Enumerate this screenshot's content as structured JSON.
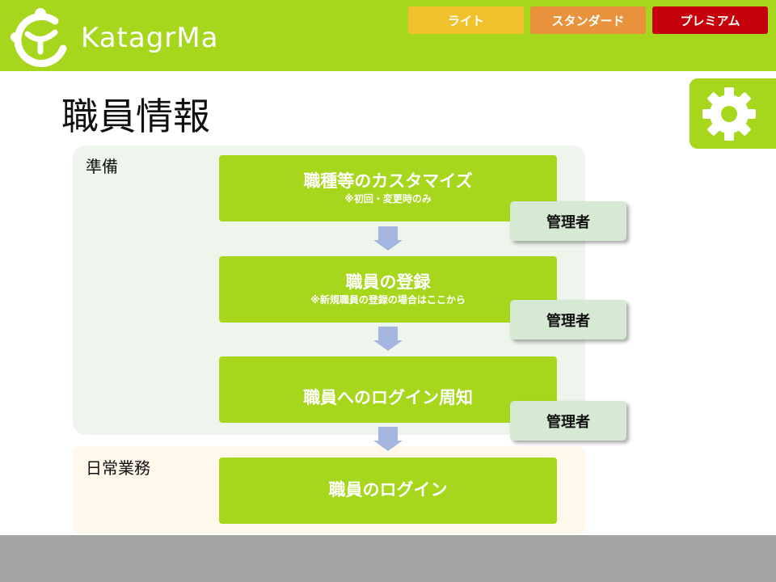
{
  "brand": {
    "name": "KatagrMa",
    "logo_icon": "katagrma-logo-icon"
  },
  "plans": [
    {
      "label": "ライト",
      "color": "#f2c12e"
    },
    {
      "label": "スタンダード",
      "color": "#e8923c"
    },
    {
      "label": "プレミアム",
      "color": "#c5000b"
    }
  ],
  "page": {
    "title": "職員情報"
  },
  "settings": {
    "icon": "gear-icon"
  },
  "colors": {
    "accent": "#a6d71c",
    "prep_section_bg": "#eef5ec",
    "daily_section_bg": "#fff8eb",
    "role_badge_bg": "#d6e9d2",
    "arrow": "#a3b6e0",
    "footer": "#a5a5a5"
  },
  "sections": [
    {
      "label": "準備",
      "steps": [
        {
          "title": "職種等のカスタマイズ",
          "note": "※初回・変更時のみ",
          "role": "管理者"
        },
        {
          "title": "職員の登録",
          "note": "※新規職員の登録の場合はここから",
          "role": "管理者"
        },
        {
          "title": "職員へのログイン周知",
          "role": "管理者"
        }
      ]
    },
    {
      "label": "日常業務",
      "steps": [
        {
          "title": "職員のログイン"
        }
      ]
    }
  ]
}
